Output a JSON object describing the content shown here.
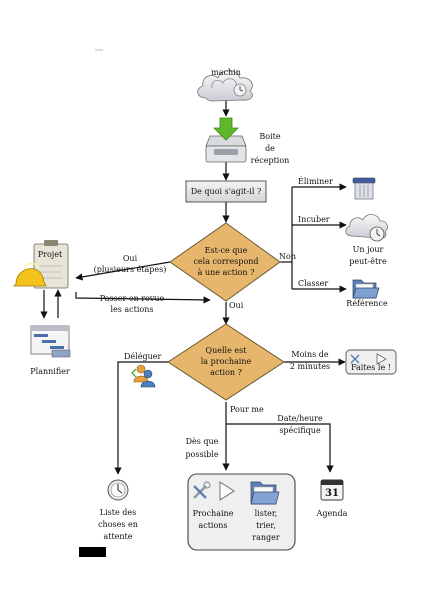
{
  "diagram": {
    "inbox_source": "machin",
    "inbox": {
      "line1": "Boite",
      "line2": "de",
      "line3": "réception"
    },
    "question_box": "De quoi s'agit-il ?",
    "actionable_diamond": {
      "line1": "Est-ce que",
      "line2": "cela correspond",
      "line3": "à une action ?"
    },
    "next_action_diamond": {
      "line1": "Quelle est",
      "line2": "la prochaine",
      "line3": "action ?"
    },
    "project_label": "Projet",
    "planner_label": "Plannifier",
    "edge_yes_multi": {
      "line1": "Oui",
      "line2": "(plusieurs étapes)"
    },
    "edge_review": {
      "line1": "Passer en revue",
      "line2": "les actions"
    },
    "edge_no": "Non",
    "edge_yes": "Oui",
    "eliminate_label": "Éliminer",
    "incubate_label": "Incuber",
    "someday": {
      "line1": "Un jour",
      "line2": "peut-être"
    },
    "classify_label": "Classer",
    "reference_label": "Référence",
    "delegate_label": "Déléguer",
    "waiting": {
      "line1": "Liste des",
      "line2": "choses en",
      "line3": "attente"
    },
    "less_two_min": {
      "line1": "Moins de",
      "line2": "2 minutes"
    },
    "do_it_label": "Faites le !",
    "for_me_label": "Pour me",
    "date_time": {
      "line1": "Date/heure",
      "line2": "spécifique"
    },
    "asap": {
      "line1": "Dès que",
      "line2": "possible"
    },
    "next_actions": {
      "line1": "Prochaine",
      "line2": "actions"
    },
    "list_sort": {
      "line1": "lister,",
      "line2": "trier,",
      "line3": "ranger"
    },
    "agenda_label": "Agenda",
    "calendar_day": "31"
  },
  "colors": {
    "diamond": "#e7b66d",
    "gray_box": "#e6e6e6",
    "arrow": "#111111",
    "inbox_green": "#5eb82a"
  }
}
